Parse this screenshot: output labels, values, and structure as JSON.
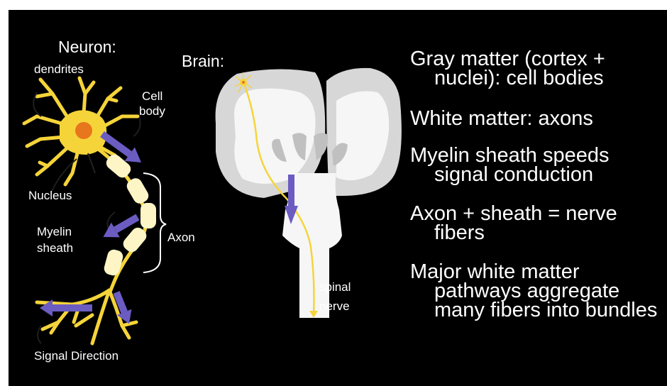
{
  "neuron": {
    "title": "Neuron:",
    "dendrites": "dendrites",
    "cell_body": [
      "Cell",
      "body"
    ],
    "nucleus": "Nucleus",
    "myelin_sheath": [
      "Myelin",
      "sheath"
    ],
    "axon": "Axon",
    "signal_direction": "Signal Direction"
  },
  "brain": {
    "title": "Brain:",
    "spinal_nerve": [
      "spinal",
      "nerve"
    ]
  },
  "bullets": [
    {
      "first": "Gray matter (cortex +",
      "rest": "nuclei): cell bodies"
    },
    {
      "first": "White matter: axons",
      "rest": ""
    },
    {
      "first": "Myelin sheath speeds",
      "rest": "signal conduction"
    },
    {
      "first": "Axon + sheath = nerve",
      "rest": "fibers"
    },
    {
      "first": "Major white matter",
      "rest": "pathways aggregate many fibers into bundles"
    }
  ],
  "colors": {
    "background": "#000000",
    "gray_matter": "#d7d7d7",
    "white_matter": "#f6f6f6",
    "neuron": "#f5d43a",
    "myelin": "#fdf5c6",
    "nucleus": "#e8761c",
    "arrow": "#6b5cc2",
    "text": "#ffffff"
  }
}
